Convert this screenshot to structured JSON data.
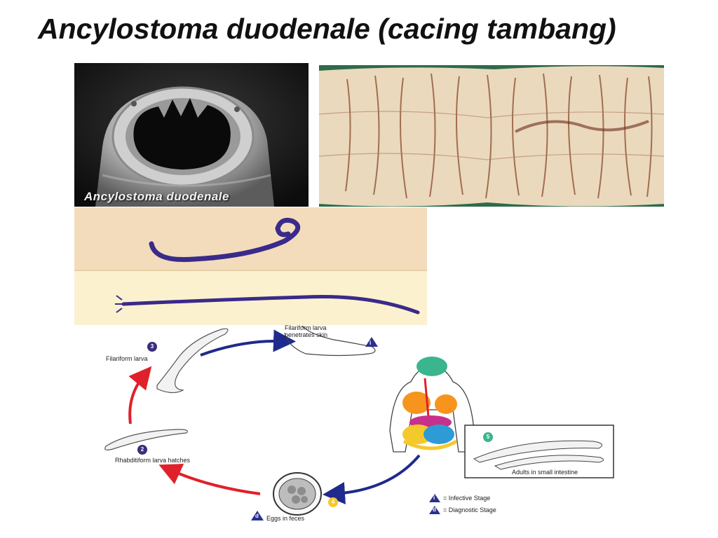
{
  "slide": {
    "title": "Ancylostoma duodenale (cacing tambang)"
  },
  "sem_image": {
    "caption": "Ancylostoma duodenale"
  },
  "lifecycle": {
    "stage1_label": "Filariform larva penetrates skin",
    "stage1_marker": "i",
    "stage2_num": "2",
    "stage2_label": "Rhabditiform larva hatches",
    "stage3_num": "3",
    "stage3_label": "Filariform larva",
    "stage4_marker": "d",
    "stage4_label": "Eggs in feces",
    "stage4_num": "4",
    "stage5_num": "5",
    "stage5_label": "Adults in small intestine",
    "legend_infective_marker": "i",
    "legend_infective": "= Infective Stage",
    "legend_diagnostic_marker": "d",
    "legend_diagnostic": "= Diagnostic Stage"
  },
  "colors": {
    "arrow_red": "#e0202a",
    "arrow_blue": "#1f2a8c",
    "stage_badge": "#3b2d7a",
    "worm_purple": "#3a2a8a"
  }
}
